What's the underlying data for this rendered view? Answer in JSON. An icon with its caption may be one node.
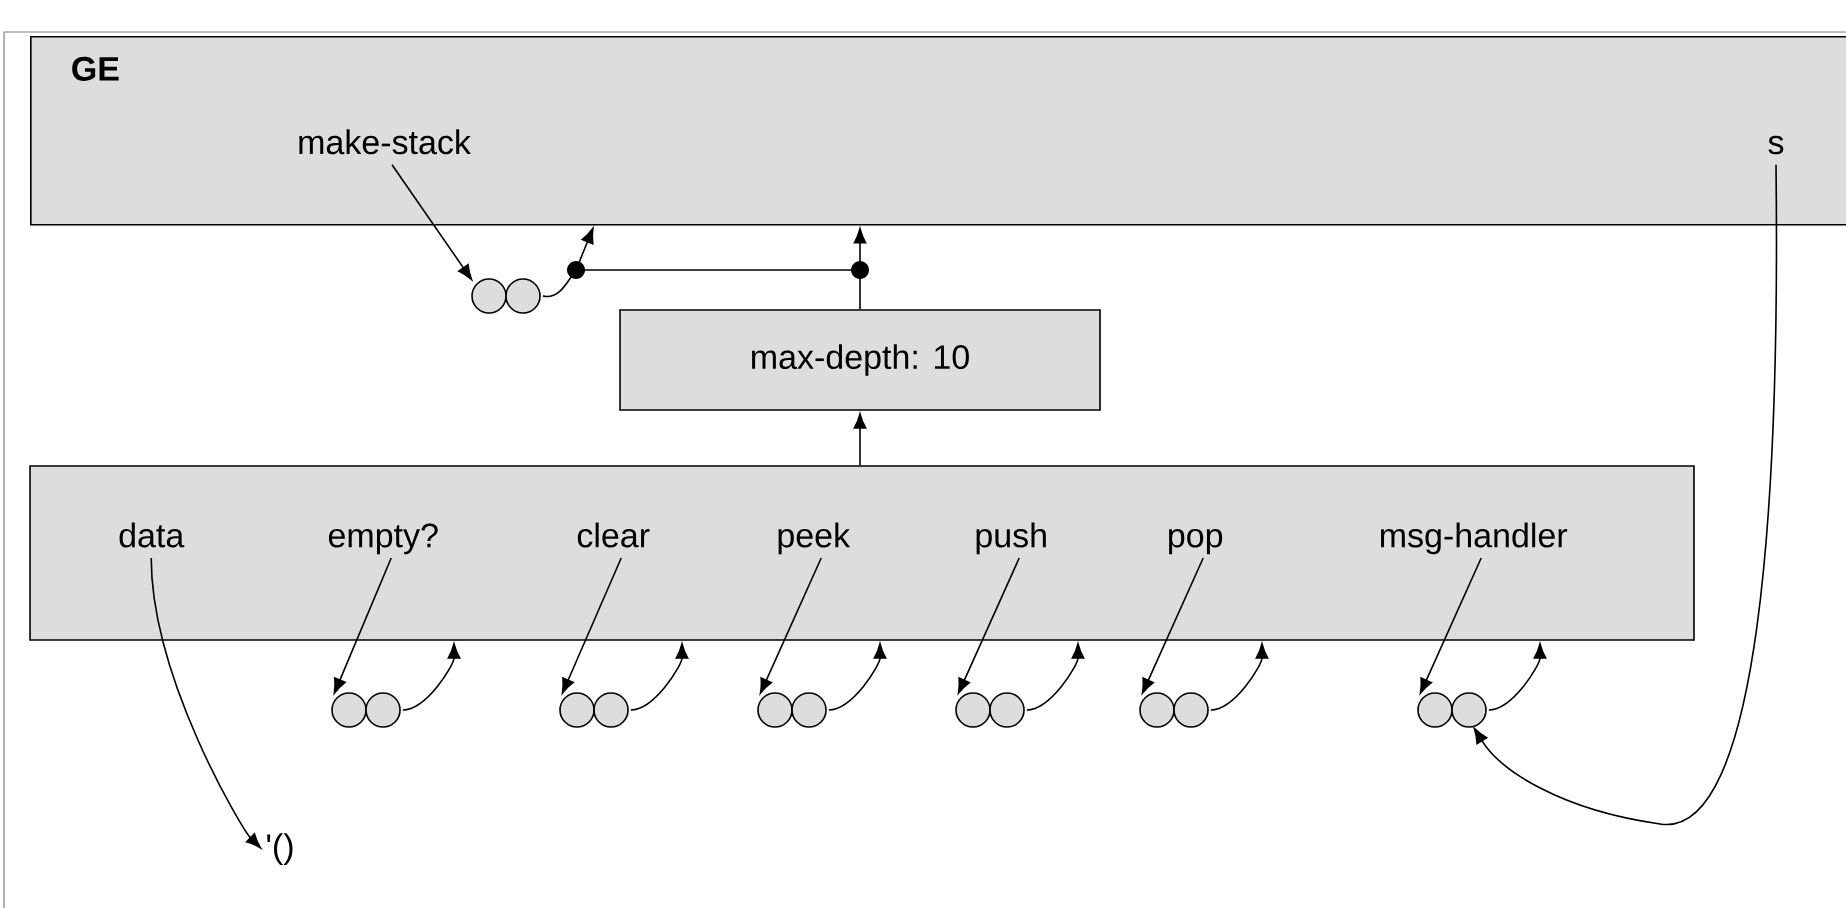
{
  "diagram": {
    "nodes": [
      {
        "text": [
          "GE"
        ]
      },
      {
        "text": [
          "make-stack"
        ],
        "in": 0
      },
      {
        "text": [
          "s"
        ],
        "in": 0
      },
      {
        "text": [],
        "shape": "circle"
      },
      {
        "text": [
          "max-depth: 10"
        ]
      },
      {
        "text": [],
        "shape": "box"
      },
      {
        "text": [
          "data"
        ],
        "in": 5
      },
      {
        "text": [
          "empty?"
        ],
        "in": 5
      },
      {
        "text": [
          "clear"
        ],
        "in": 5
      },
      {
        "text": [
          "peek"
        ],
        "in": 5
      },
      {
        "text": [
          "push"
        ],
        "in": 5
      },
      {
        "text": [
          "pop"
        ],
        "in": 5
      },
      {
        "text": [
          "msg-handler"
        ],
        "in": 5
      },
      {
        "text": [],
        "shape": "circle"
      },
      {
        "text": [],
        "shape": "circle"
      },
      {
        "text": [],
        "shape": "circle"
      },
      {
        "text": [],
        "shape": "circle"
      },
      {
        "text": [],
        "shape": "circle"
      },
      {
        "text": [],
        "shape": "circle"
      },
      {
        "text": [
          "'()"
        ]
      }
    ],
    "edges": [
      {
        "from": 1,
        "to": 3,
        "arrow": "to"
      },
      {
        "from": 3,
        "to": 0,
        "arrow": "to"
      },
      {
        "from": 4,
        "to": 0,
        "arrow": "to"
      },
      {
        "from": 5,
        "to": 4,
        "arrow": "to"
      },
      {
        "from": 6,
        "to": 19,
        "arrow": "to"
      },
      {
        "from": 7,
        "to": 13,
        "arrow": "to"
      },
      {
        "from": 8,
        "to": 14,
        "arrow": "to"
      },
      {
        "from": 9,
        "to": 15,
        "arrow": "to"
      },
      {
        "from": 10,
        "to": 16,
        "arrow": "to"
      },
      {
        "from": 11,
        "to": 17,
        "arrow": "to"
      },
      {
        "from": 12,
        "to": 18,
        "arrow": "to"
      },
      {
        "from": 13,
        "to": 5,
        "arrow": "to"
      },
      {
        "from": 14,
        "to": 5,
        "arrow": "to"
      },
      {
        "from": 15,
        "to": 5,
        "arrow": "to"
      },
      {
        "from": 16,
        "to": 5,
        "arrow": "to"
      },
      {
        "from": 17,
        "to": 5,
        "arrow": "to"
      },
      {
        "from": 18,
        "to": 5,
        "arrow": "to"
      },
      {
        "from": 2,
        "to": 18,
        "arrow": "to"
      }
    ]
  }
}
